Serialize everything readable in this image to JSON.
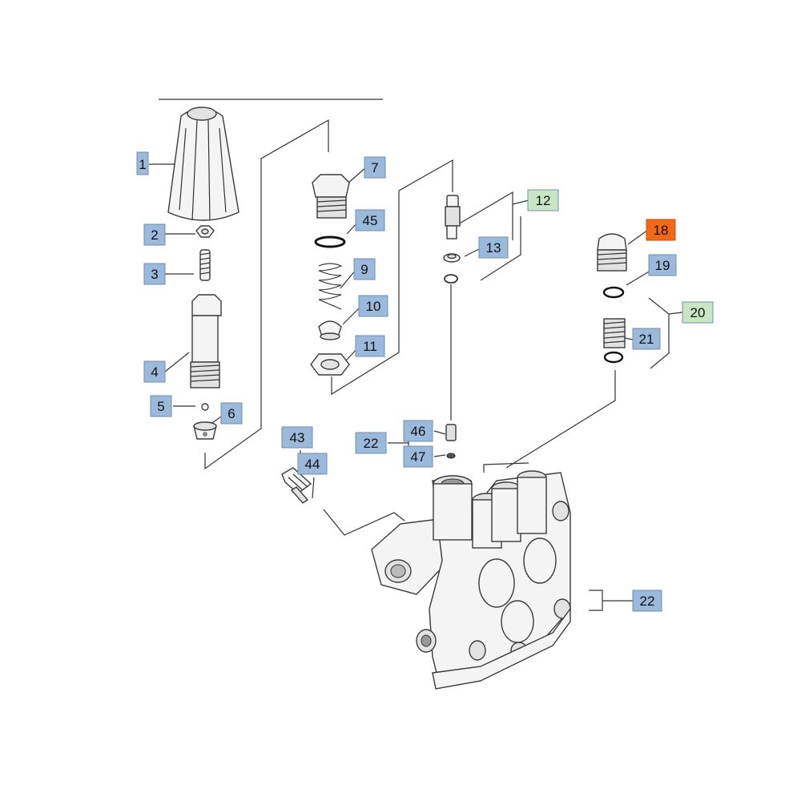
{
  "colors": {
    "label_blue": "#9bb9da",
    "label_green": "#c9e6c4",
    "label_highlight": "#f26a17",
    "line": "#333333"
  },
  "labels": {
    "l1": "1",
    "l2": "2",
    "l3": "3",
    "l4": "4",
    "l5": "5",
    "l6": "6",
    "l7": "7",
    "l45": "45",
    "l9": "9",
    "l10": "10",
    "l11": "11",
    "l12": "12",
    "l13": "13",
    "l18": "18",
    "l19": "19",
    "l20": "20",
    "l21": "21",
    "l22a": "22",
    "l46": "46",
    "l47": "47",
    "l43": "43",
    "l44": "44",
    "l22b": "22"
  }
}
